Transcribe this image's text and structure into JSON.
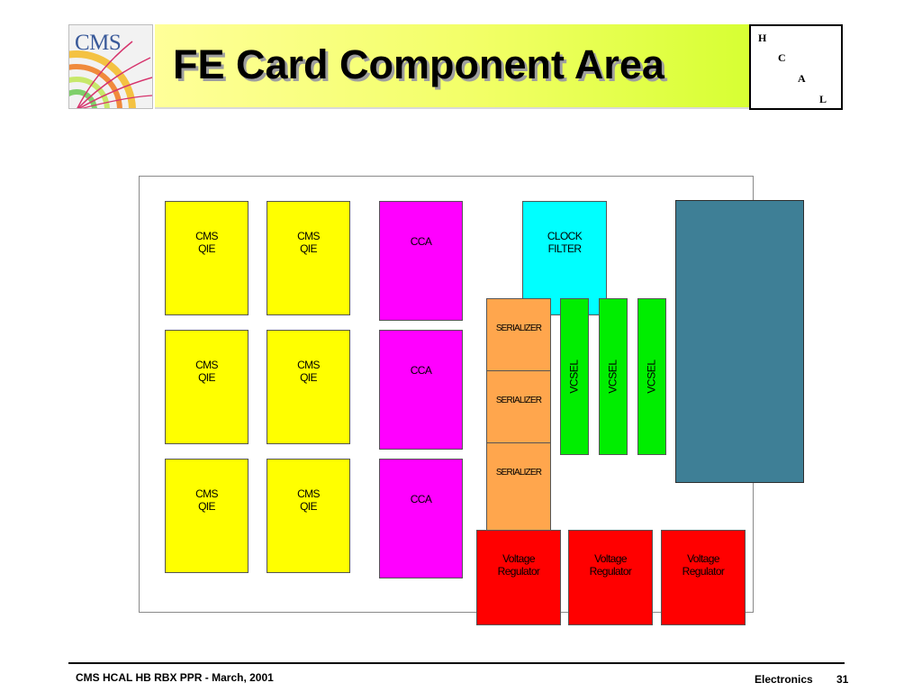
{
  "header": {
    "logo_text": "CMS",
    "title": "FE Card Component Area",
    "hcal_letters": [
      "H",
      "C",
      "A",
      "L"
    ]
  },
  "board": {
    "qie_label": "CMS\nQIE",
    "cca_label": "CCA",
    "clock_label": "CLOCK\nFILTER",
    "serializer_label": "SERIALIZER",
    "vcsel_label": "VCSEL",
    "voltage_label": "Voltage\nRegulator"
  },
  "colors": {
    "qie": "#ffff00",
    "cca": "#ff00ff",
    "clock_filter": "#00ffff",
    "serializer": "#ffa64d",
    "vcsel": "#00ee00",
    "voltage_regulator": "#ff0000",
    "connector": "#3e7f96"
  },
  "footer": {
    "left": "CMS HCAL HB RBX PPR - March, 2001",
    "section": "Electronics",
    "page": "31"
  }
}
